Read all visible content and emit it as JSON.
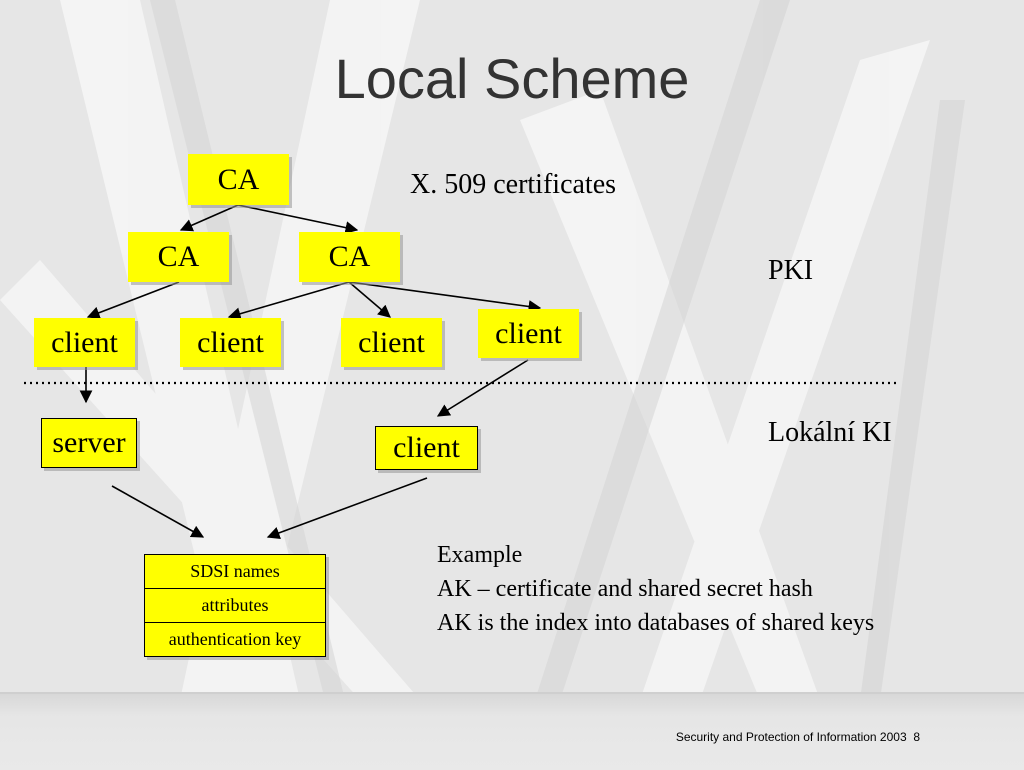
{
  "title": "Local Scheme",
  "nodes": {
    "ca_root": "CA",
    "ca_left": "CA",
    "ca_right": "CA",
    "client_1": "client",
    "client_2": "client",
    "client_3": "client",
    "client_4": "client",
    "server": "server",
    "client_local": "client"
  },
  "labels": {
    "x509": "X. 509 certificates",
    "pki": "PKI",
    "local_ki": "Lokální KI"
  },
  "record_fields": [
    "SDSI names",
    "attributes",
    "authentication key"
  ],
  "note": {
    "line1": "Example",
    "line2": "AK – certificate and shared secret hash",
    "line3": "AK is the index into databases of shared keys"
  },
  "footer": {
    "text": "Security and Protection of Information 2003",
    "page": "8"
  },
  "colors": {
    "box_fill": "#ffff00",
    "background": "#e6e6e6",
    "title": "#333333"
  }
}
